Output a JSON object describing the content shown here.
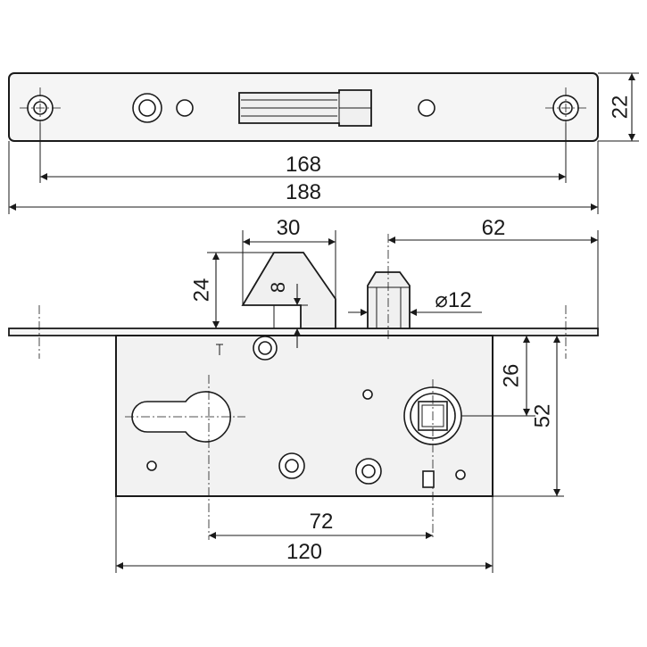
{
  "dimensions": {
    "faceplate_hole_spacing": "168",
    "faceplate_length": "188",
    "faceplate_height": "22",
    "latch_width": "30",
    "latch_projection": "24",
    "latch_offset": "8",
    "bolt_offset": "62",
    "bolt_diameter": "⌀12",
    "spindle_height": "26",
    "backset_height": "52",
    "center_distance": "72",
    "case_length": "120"
  }
}
